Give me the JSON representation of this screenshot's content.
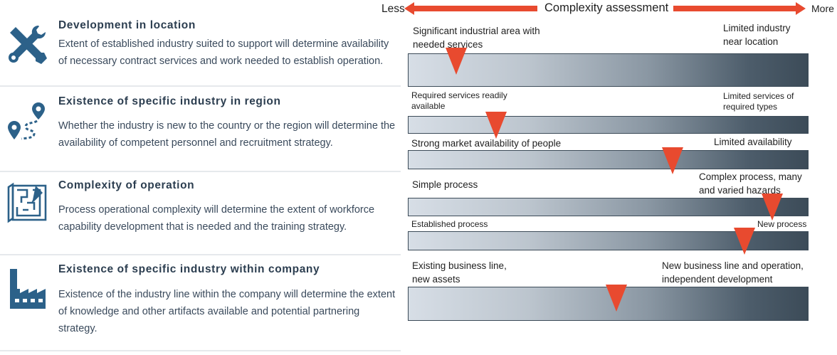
{
  "header": {
    "less": "Less",
    "more": "More",
    "title": "Complexity assessment"
  },
  "colors": {
    "accent_red": "#e84a2f",
    "icon_blue": "#2c6189",
    "bar_light": "#d7dee6",
    "bar_dark": "#3c4b58"
  },
  "factors": [
    {
      "icon": "tools-icon",
      "title": "Development in location",
      "description": "Extent of established industry suited to support will determine availability of necessary contract services and work needed to establish operation.",
      "left_label": "Significant industrial area with needed services",
      "right_label": "Limited industry near location",
      "assessment": 0.12
    },
    {
      "icon": "route-map-icon",
      "title": "Existence of specific industry in region",
      "description": "Whether the industry is new to the country or the region will determine the availability of competent personnel and recruitment strategy.",
      "left_label": "Required services readily available",
      "right_label": "Limited services of required types",
      "assessment": 0.22
    },
    {
      "icon": "blueprint-icon",
      "title": "Complexity of operation",
      "description": "",
      "left_label": "Strong market availability of people",
      "right_label": "Limited availability",
      "assessment": 0.66
    },
    {
      "icon": "",
      "title": "",
      "description": "Process operational complexity will determine the extent of workforce capability development that is needed and the training strategy.",
      "left_label": "Simple process",
      "right_label": "Complex process, many and varied hazards",
      "assessment": 0.91
    },
    {
      "icon": "factory-icon",
      "title": "Existence of specific industry within company",
      "description": "",
      "left_label": "Established process",
      "right_label": "New process",
      "assessment": 0.84
    },
    {
      "icon": "",
      "title": "",
      "description": "Existence of the industry line within the company will determine the extent of knowledge and other artifacts available and potential partnering strategy.",
      "left_label": "Existing business line, new assets",
      "right_label": "New business line and operation, independent development",
      "assessment": 0.52
    }
  ]
}
